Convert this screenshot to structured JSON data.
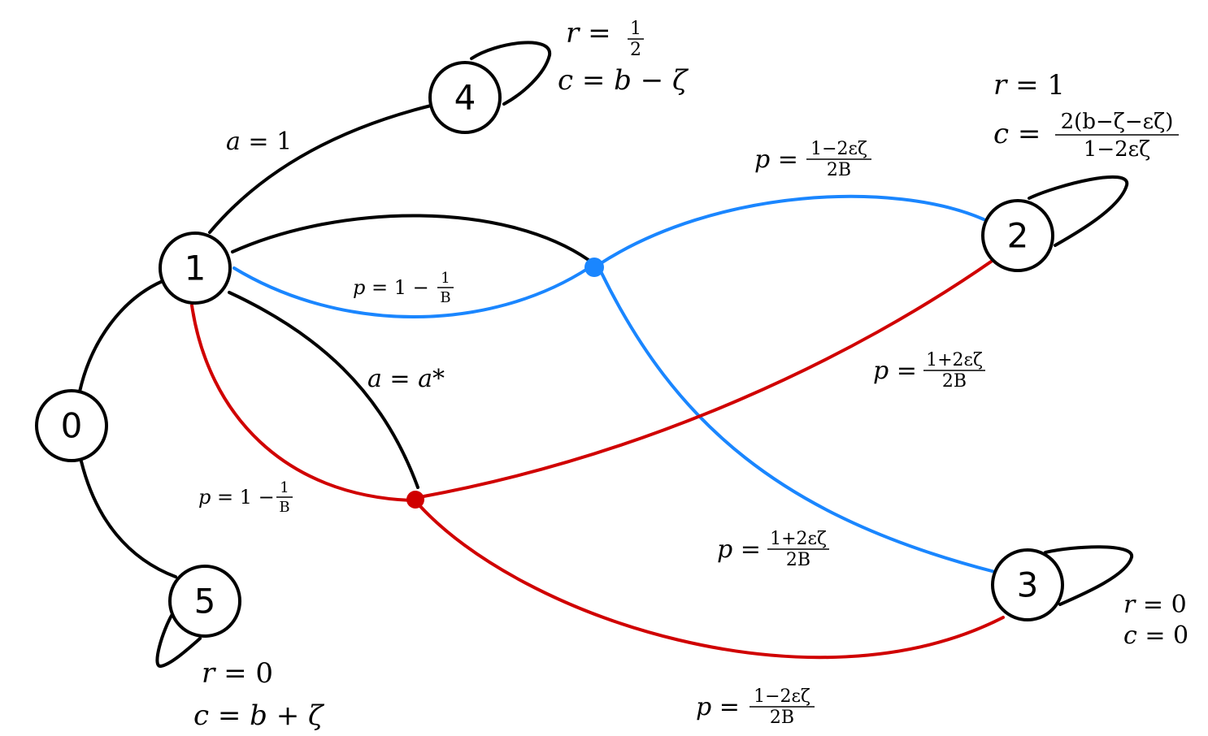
{
  "nodes": [
    {
      "id": "0",
      "label": "0"
    },
    {
      "id": "1",
      "label": "1"
    },
    {
      "id": "2",
      "label": "2"
    },
    {
      "id": "3",
      "label": "3"
    },
    {
      "id": "4",
      "label": "4"
    },
    {
      "id": "5",
      "label": "5"
    }
  ],
  "colors": {
    "black": "#000000",
    "blue": "#1a86ff",
    "red": "#d00000"
  },
  "labels": {
    "a_equals_1": {
      "lhs": "a",
      "eq": " = ",
      "rhs": "1"
    },
    "a_equals_astar": {
      "lhs": "a",
      "eq": " = ",
      "rhs": "a*"
    },
    "node4_r": {
      "lhs": "r",
      "eq": " = ",
      "num": "1",
      "den": "2"
    },
    "node4_c": {
      "lhs": "c",
      "eq": " = ",
      "rhs": "b − ζ"
    },
    "node2_r": {
      "lhs": "r",
      "eq": " = ",
      "rhs": "1"
    },
    "node2_c": {
      "lhs": "c",
      "eq": " = ",
      "num": "2(b−ζ−εζ)",
      "den": "1−2εζ"
    },
    "node3_r": {
      "lhs": "r",
      "eq": " = ",
      "rhs": "0"
    },
    "node3_c": {
      "lhs": "c",
      "eq": " = ",
      "rhs": "0"
    },
    "node5_r": {
      "lhs": "r",
      "eq": " = ",
      "rhs": "0"
    },
    "node5_c": {
      "lhs": "c",
      "eq": " = ",
      "rhs": "b + ζ"
    },
    "p_blue_top": {
      "lhs": "p",
      "eq": " = ",
      "num": "1−2εζ",
      "den": "2B"
    },
    "p_blue_left": {
      "lhs": "p",
      "eq": " = 1 − ",
      "num": "1",
      "den": "B"
    },
    "p_red_mid": {
      "lhs": "p",
      "eq": " = ",
      "num": "1+2εζ",
      "den": "2B"
    },
    "p_red_left": {
      "lhs": "p",
      "eq": " = 1 − ",
      "num": "1",
      "den": "B"
    },
    "p_blue_bottom": {
      "lhs": "p",
      "eq": " = ",
      "num": "1+2εζ",
      "den": "2B"
    },
    "p_red_bottom": {
      "lhs": "p",
      "eq": " = ",
      "num": "1−2εζ",
      "den": "2B"
    }
  }
}
